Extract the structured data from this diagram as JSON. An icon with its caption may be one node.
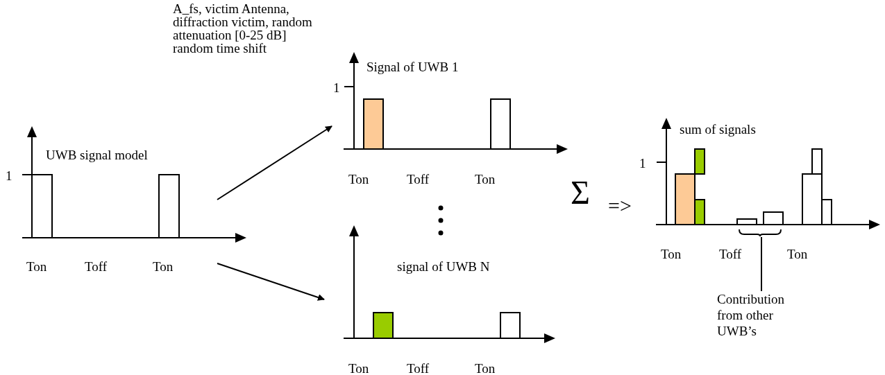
{
  "diagram": {
    "nodes": [
      {
        "text": [
          "UWB signal model",
          "1",
          "Ton",
          "Toff",
          "Ton"
        ]
      },
      {
        "text": [
          "Signal of UWB 1",
          "1",
          "Ton",
          "Toff",
          "Ton"
        ]
      },
      {
        "text": [
          "signal of UWB N",
          "Ton",
          "Toff",
          "Ton"
        ]
      },
      {
        "text": [
          "sum of signals",
          "1",
          "Ton",
          "Toff",
          "Ton"
        ]
      },
      {
        "text": [
          "Contribution from other UWB’s"
        ]
      },
      {
        "text": [],
        "shape": "bracket"
      }
    ],
    "edges": [
      {
        "from": 0,
        "to": 1,
        "arrow": "to"
      },
      {
        "from": 0,
        "to": 2,
        "arrow": "to"
      },
      {
        "from": 4,
        "to": 5,
        "arrow": "none"
      }
    ],
    "labels": [
      "A_fs, victim Antenna, diffraction victim, random attenuation [0-25 dB] random time shift",
      "Σ",
      "=>"
    ]
  }
}
